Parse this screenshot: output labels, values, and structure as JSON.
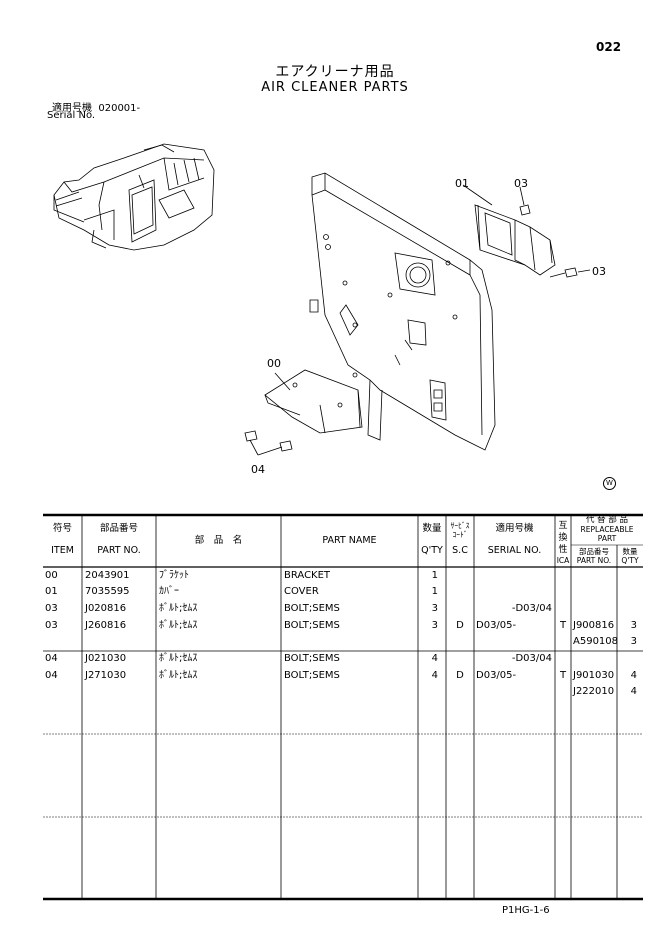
{
  "page_number": "022",
  "title_jp": "エアクリーナ用品",
  "title_en": "AIR CLEANER PARTS",
  "serial": {
    "label_jp": "適用号機",
    "value": "020001-",
    "label_en": "Serial No."
  },
  "callouts": [
    "01",
    "03",
    "03",
    "00",
    "04"
  ],
  "hitachi_mark": "W",
  "headers": {
    "item_jp": "符号",
    "item_en": "ITEM",
    "partno_jp": "部品番号",
    "partno_en": "PART NO.",
    "name_jp": "部　品　名",
    "name_en": "PART NAME",
    "qty_jp": "数量",
    "qty_en": "Q'TY",
    "sc_jp1": "ｻｰﾋﾞｽ",
    "sc_jp2": "ｺｰﾄﾞ",
    "sc_en": "S.C",
    "serial_jp": "適用号機",
    "serial_en": "SERIAL NO.",
    "ica_jp1": "互",
    "ica_jp2": "換",
    "ica_jp3": "性",
    "ica_en": "ICA",
    "rep_jp": "代 替 部 品",
    "rep_en1": "REPLACEABLE",
    "rep_en2": "PART",
    "rep_partno_jp": "部品番号",
    "rep_partno_en": "PART NO.",
    "rep_qty_jp": "数量",
    "rep_qty_en": "Q'TY"
  },
  "rows": [
    {
      "item": "00",
      "part_no": "2043901",
      "name_jp": "ﾌﾞﾗｹｯﾄ",
      "name_en": "BRACKET",
      "qty": "1",
      "sc": "",
      "serial": "",
      "ica": "",
      "rep_no": "",
      "rep_qty": ""
    },
    {
      "item": "01",
      "part_no": "7035595",
      "name_jp": "ｶﾊﾞｰ",
      "name_en": "COVER",
      "qty": "1",
      "sc": "",
      "serial": "",
      "ica": "",
      "rep_no": "",
      "rep_qty": ""
    },
    {
      "item": "03",
      "part_no": "J020816",
      "name_jp": "ﾎﾞﾙﾄ;ｾﾑｽ",
      "name_en": "BOLT;SEMS",
      "qty": "3",
      "sc": "",
      "serial": "-D03/04",
      "ica": "",
      "rep_no": "",
      "rep_qty": ""
    },
    {
      "item": "03",
      "part_no": "J260816",
      "name_jp": "ﾎﾞﾙﾄ;ｾﾑｽ",
      "name_en": "BOLT;SEMS",
      "qty": "3",
      "sc": "D",
      "serial": "D03/05-",
      "ica": "T",
      "rep_no": "J900816",
      "rep_qty": "3"
    },
    {
      "item": "",
      "part_no": "",
      "name_jp": "",
      "name_en": "",
      "qty": "",
      "sc": "",
      "serial": "",
      "ica": "",
      "rep_no": "A590108",
      "rep_qty": "3"
    },
    {
      "item": "04",
      "part_no": "J021030",
      "name_jp": "ﾎﾞﾙﾄ;ｾﾑｽ",
      "name_en": "BOLT;SEMS",
      "qty": "4",
      "sc": "",
      "serial": "-D03/04",
      "ica": "",
      "rep_no": "",
      "rep_qty": ""
    },
    {
      "item": "04",
      "part_no": "J271030",
      "name_jp": "ﾎﾞﾙﾄ;ｾﾑｽ",
      "name_en": "BOLT;SEMS",
      "qty": "4",
      "sc": "D",
      "serial": "D03/05-",
      "ica": "T",
      "rep_no": "J901030",
      "rep_qty": "4"
    },
    {
      "item": "",
      "part_no": "",
      "name_jp": "",
      "name_en": "",
      "qty": "",
      "sc": "",
      "serial": "",
      "ica": "",
      "rep_no": "J222010",
      "rep_qty": "4"
    }
  ],
  "footer": "P1HG-1-6"
}
